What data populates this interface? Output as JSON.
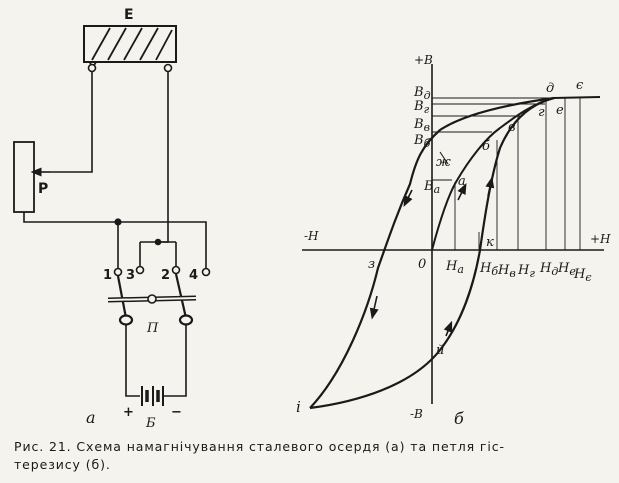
{
  "circuit": {
    "label_coil": "E",
    "label_rheostat": "P",
    "terminals": [
      "1",
      "3",
      "2",
      "4"
    ],
    "label_switch": "П",
    "label_battery": "Б",
    "plus": "+",
    "minus": "−",
    "panel_label": "а"
  },
  "hysteresis": {
    "axis_pos_b": "+B",
    "axis_neg_b": "-B",
    "axis_pos_h": "+H",
    "axis_neg_h": "-H",
    "origin": "0",
    "b_levels": [
      {
        "main": "B",
        "sub": "д"
      },
      {
        "main": "B",
        "sub": "г"
      },
      {
        "main": "B",
        "sub": "в"
      },
      {
        "main": "B",
        "sub": "б"
      }
    ],
    "b_a": {
      "main": "B",
      "sub": "а"
    },
    "h_levels": [
      {
        "main": "H",
        "sub": "а"
      },
      {
        "main": "H",
        "sub": "б"
      },
      {
        "main": "H",
        "sub": "в"
      },
      {
        "main": "H",
        "sub": "г"
      },
      {
        "main": "H",
        "sub": "д"
      },
      {
        "main": "H",
        "sub": "е"
      },
      {
        "main": "H",
        "sub": "є"
      }
    ],
    "curve_points": {
      "a": "а",
      "b": "б",
      "v": "в",
      "g": "г",
      "d": "д",
      "e": "е",
      "ye": "є",
      "zh": "ж",
      "z": "з",
      "i": "і",
      "y": "й",
      "k": "к"
    },
    "panel_label": "б"
  },
  "caption": {
    "line1": "Рис. 21. Схема намагнічування сталевого осердя (а) та петля гіс-",
    "line2": "терезису (б)."
  }
}
